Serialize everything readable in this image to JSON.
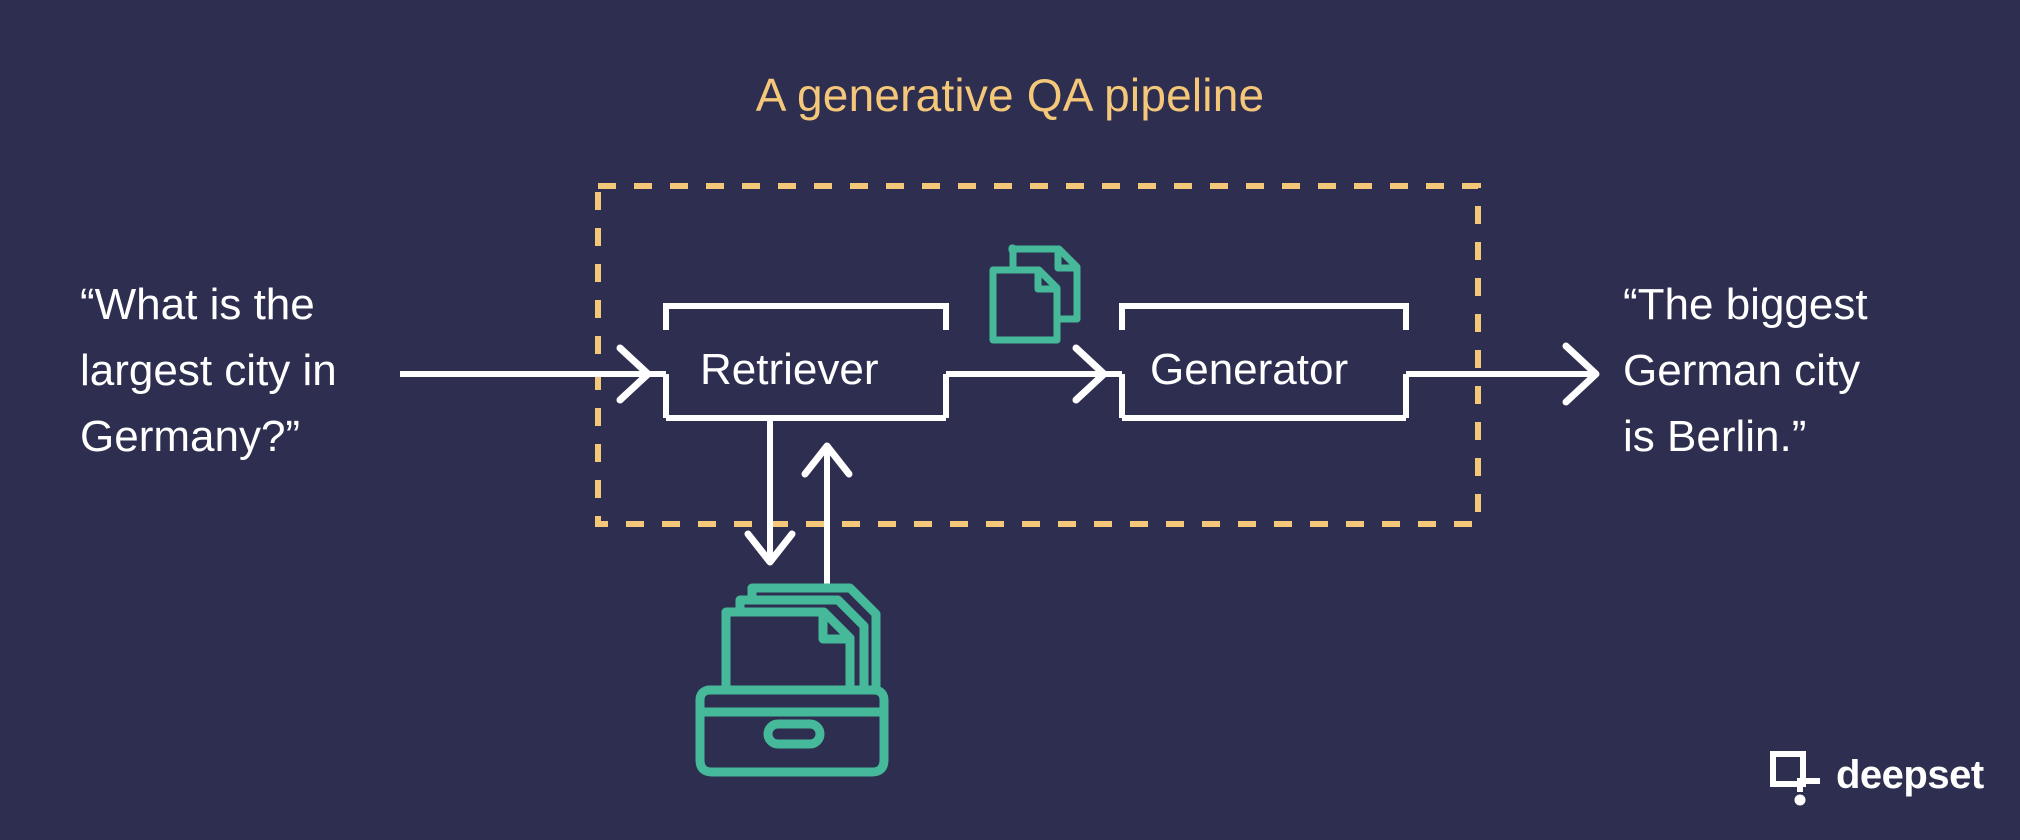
{
  "diagram": {
    "title": "A generative QA pipeline",
    "background_color": "#2e2e50",
    "accent_color": "#f4c779",
    "line_color": "#ffffff",
    "icon_color": "#45b99a",
    "pipeline_boundary": {
      "name": "pipeline-dashed-boundary",
      "style": "dashed",
      "color": "#f4c779"
    },
    "input": {
      "name": "question",
      "lines": [
        "“What is the",
        "largest city in",
        "Germany?”"
      ]
    },
    "output": {
      "name": "answer",
      "lines": [
        "“The biggest",
        "German city",
        "is Berlin.”"
      ]
    },
    "nodes": [
      {
        "id": "retriever",
        "label": "Retriever"
      },
      {
        "id": "generator",
        "label": "Generator"
      }
    ],
    "icons": [
      {
        "id": "documents",
        "name": "documents-icon",
        "color": "#45b99a"
      },
      {
        "id": "document-store",
        "name": "document-store-icon",
        "color": "#45b99a"
      }
    ],
    "edges": [
      {
        "from": "question",
        "to": "retriever",
        "direction": "right"
      },
      {
        "from": "retriever",
        "to": "document-store",
        "direction": "down"
      },
      {
        "from": "document-store",
        "to": "retriever",
        "direction": "up"
      },
      {
        "from": "retriever",
        "to": "generator",
        "direction": "right"
      },
      {
        "from": "generator",
        "to": "answer",
        "direction": "right"
      }
    ]
  },
  "branding": {
    "wordmark": "deepset",
    "mark_name": "deepset-logo-mark"
  }
}
